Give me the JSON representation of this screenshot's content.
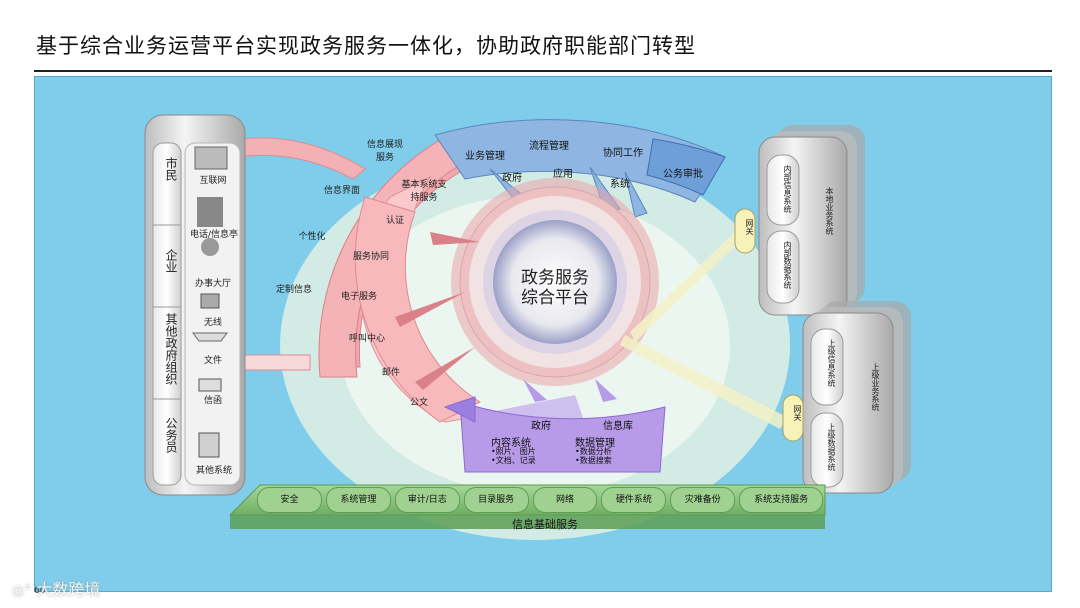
{
  "title": "基于综合业务运营平台实现政务服务一体化，协助政府职能部门转型",
  "page_number": "60",
  "left_panel": {
    "groups": [
      "市民",
      "企业",
      "其他政府组织",
      "公务员"
    ],
    "channels": [
      "互联网",
      "电话/信息亭",
      "办事大厅",
      "无线",
      "文件",
      "信函",
      "其他系统"
    ]
  },
  "pink_outer": [
    "信息展现服务",
    "信息界面",
    "个性化",
    "定制信息"
  ],
  "pink_inner": [
    "基本系统支持服务",
    "认证",
    "服务协同",
    "电子服务",
    "呼叫中心",
    "邮件",
    "公文"
  ],
  "blue_top": {
    "tabs": [
      "业务管理",
      "流程管理",
      "协同工作",
      "公务审批"
    ],
    "lower": [
      "政府",
      "应用",
      "系统"
    ]
  },
  "core": {
    "line1": "政务服务",
    "line2": "综合平台"
  },
  "purple": {
    "headers": [
      "政府",
      "信息库"
    ],
    "left_title": "内容系统",
    "left_items": [
      "•照片、图片",
      "•文档、记录"
    ],
    "right_title": "数据管理",
    "right_items": [
      "•数据分析",
      "•数据搜索"
    ]
  },
  "gateway": "网关",
  "right_top": {
    "outer": "本地业务系统",
    "inner": [
      "内部信息系统",
      "内部数据系统"
    ]
  },
  "right_bottom": {
    "outer": "上级业务系统",
    "inner": [
      "上级信息系统",
      "上级数据系统"
    ]
  },
  "base": {
    "items": [
      "安全",
      "系统管理",
      "审计/日志",
      "目录服务",
      "网络",
      "硬件系统",
      "灾难备份",
      "系统支持服务"
    ],
    "label": "信息基础服务"
  },
  "watermark": "大数跨境",
  "colors": {
    "panel": "#7fcdeb",
    "pink": "#f3b6b8",
    "blue": "#8fb6e2",
    "purple": "#b79be8",
    "green": "#7fbf72",
    "cylinder": "#d8d8d8"
  }
}
